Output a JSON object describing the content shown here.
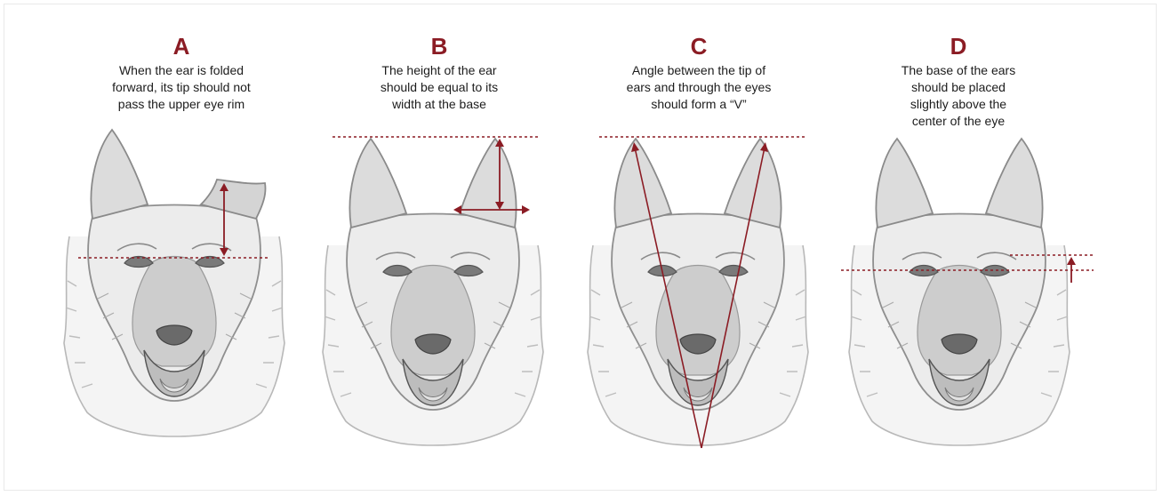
{
  "colors": {
    "accent": "#8b1c24",
    "sketch": "#9a9a9a",
    "sketch_dark": "#555555",
    "caption": "#1c1c1c"
  },
  "panels": [
    {
      "letter": "A",
      "caption": [
        "When the ear is folded",
        "forward, its tip should not",
        "pass the upper eye rim"
      ]
    },
    {
      "letter": "B",
      "caption": [
        "The height of the ear",
        "should be equal to its",
        "width at the base"
      ]
    },
    {
      "letter": "C",
      "caption": [
        "Angle between the tip of",
        "ears and through the eyes",
        "should form a “V”"
      ]
    },
    {
      "letter": "D",
      "caption": [
        "The base of the ears",
        "should be placed",
        "slightly above the",
        "center of the eye"
      ]
    }
  ]
}
